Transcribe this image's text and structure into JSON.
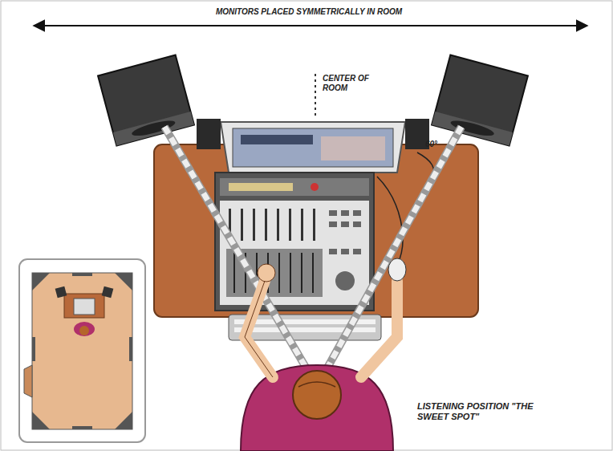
{
  "diagram": {
    "labels": [
      "MONITORS PLACED SYMMETRICALLY IN ROOM",
      "CENTER OF ROOM",
      "60°",
      "LISTENING POSITION \"THE SWEET SPOT\""
    ]
  }
}
